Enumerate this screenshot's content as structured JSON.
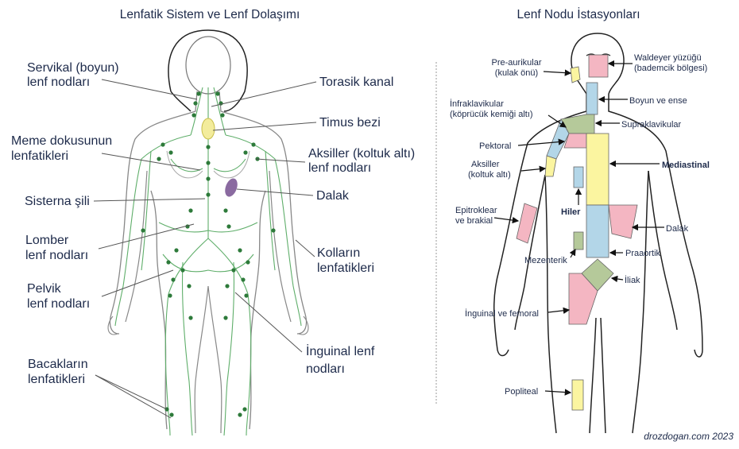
{
  "left": {
    "title": "Lenfatik Sistem ve Lenf Dolaşımı",
    "labels": {
      "servikal_1": "Servikal (boyun)",
      "servikal_2": "lenf nodları",
      "meme_1": "Meme dokusunun",
      "meme_2": "lenfatikleri",
      "sisterna": "Sisterna şili",
      "lomber_1": "Lomber",
      "lomber_2": "lenf nodları",
      "pelvik_1": "Pelvik",
      "pelvik_2": "lenf nodları",
      "bacak_1": "Bacakların",
      "bacak_2": "lenfatikleri",
      "torasik": "Torasik kanal",
      "timus": "Timus bezi",
      "aksiller_1": "Aksiller (koltuk altı)",
      "aksiller_2": "lenf nodları",
      "dalak": "Dalak",
      "kollar_1": "Kolların",
      "kollar_2": "lenfatikleri",
      "inguinal_1": "İnguinal lenf",
      "inguinal_2": "nodları"
    }
  },
  "right": {
    "title": "Lenf Nodu İstasyonları",
    "labels": {
      "preaur_1": "Pre-aurikular",
      "preaur_2": "(kulak önü)",
      "waldeyer_1": "Waldeyer yüzüğü",
      "waldeyer_2": "(bademcik bölgesi)",
      "boyun": "Boyun ve ense",
      "infra_1": "İnfraklavikular",
      "infra_2": "(köprücük kemiği altı)",
      "supra": "Supraklavikular",
      "pektoral": "Pektoral",
      "aks_1": "Aksiller",
      "aks_2": "(koltuk altı)",
      "mediastinal": "Mediastinal",
      "hiler": "Hiler",
      "epi_1": "Epitroklear",
      "epi_2": "ve brakial",
      "dalak": "Dalak",
      "mezenterik": "Mezenterik",
      "praaortik": "Praaortik",
      "iliak": "İliak",
      "inguinal": "İnguinal ve femoral",
      "popliteal": "Popliteal"
    }
  },
  "credit": "drozdogan.com 2023",
  "colors": {
    "pink": "#f4b6c2",
    "yellow": "#fbf5a0",
    "blue": "#b3d6e8",
    "green": "#b5c99a",
    "lymph": "#5fae6a",
    "node": "#2d7a3a",
    "spleen": "#8a6aa0",
    "thymus": "#f3ec9c"
  }
}
